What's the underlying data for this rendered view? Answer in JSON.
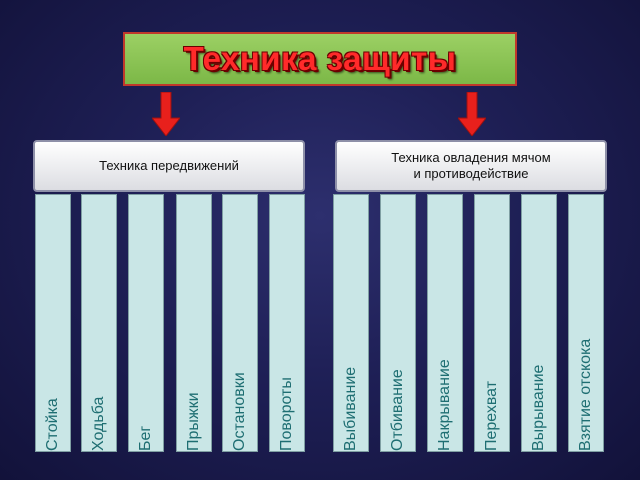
{
  "title": "Техника защиты",
  "categories": {
    "movement": "Техника передвижений",
    "ball": "Техника овладения мячом\nи противодействие"
  },
  "columns": [
    {
      "label": "Стойка"
    },
    {
      "label": "Ходьба"
    },
    {
      "label": "Бег"
    },
    {
      "label": "Прыжки"
    },
    {
      "label": "Остановки"
    },
    {
      "label": "Повороты"
    },
    {
      "label": "Выбивание"
    },
    {
      "label": "Отбивание"
    },
    {
      "label": "Накрывание"
    },
    {
      "label": "Перехват"
    },
    {
      "label": "Вырывание"
    },
    {
      "label": "Взятие отскока"
    }
  ],
  "colors": {
    "title_box": "#8cc455",
    "title_text": "#ff2a2a",
    "arrow": "#e8201c",
    "column_fill": "#c9e6e6",
    "column_text": "#1e6e72"
  }
}
